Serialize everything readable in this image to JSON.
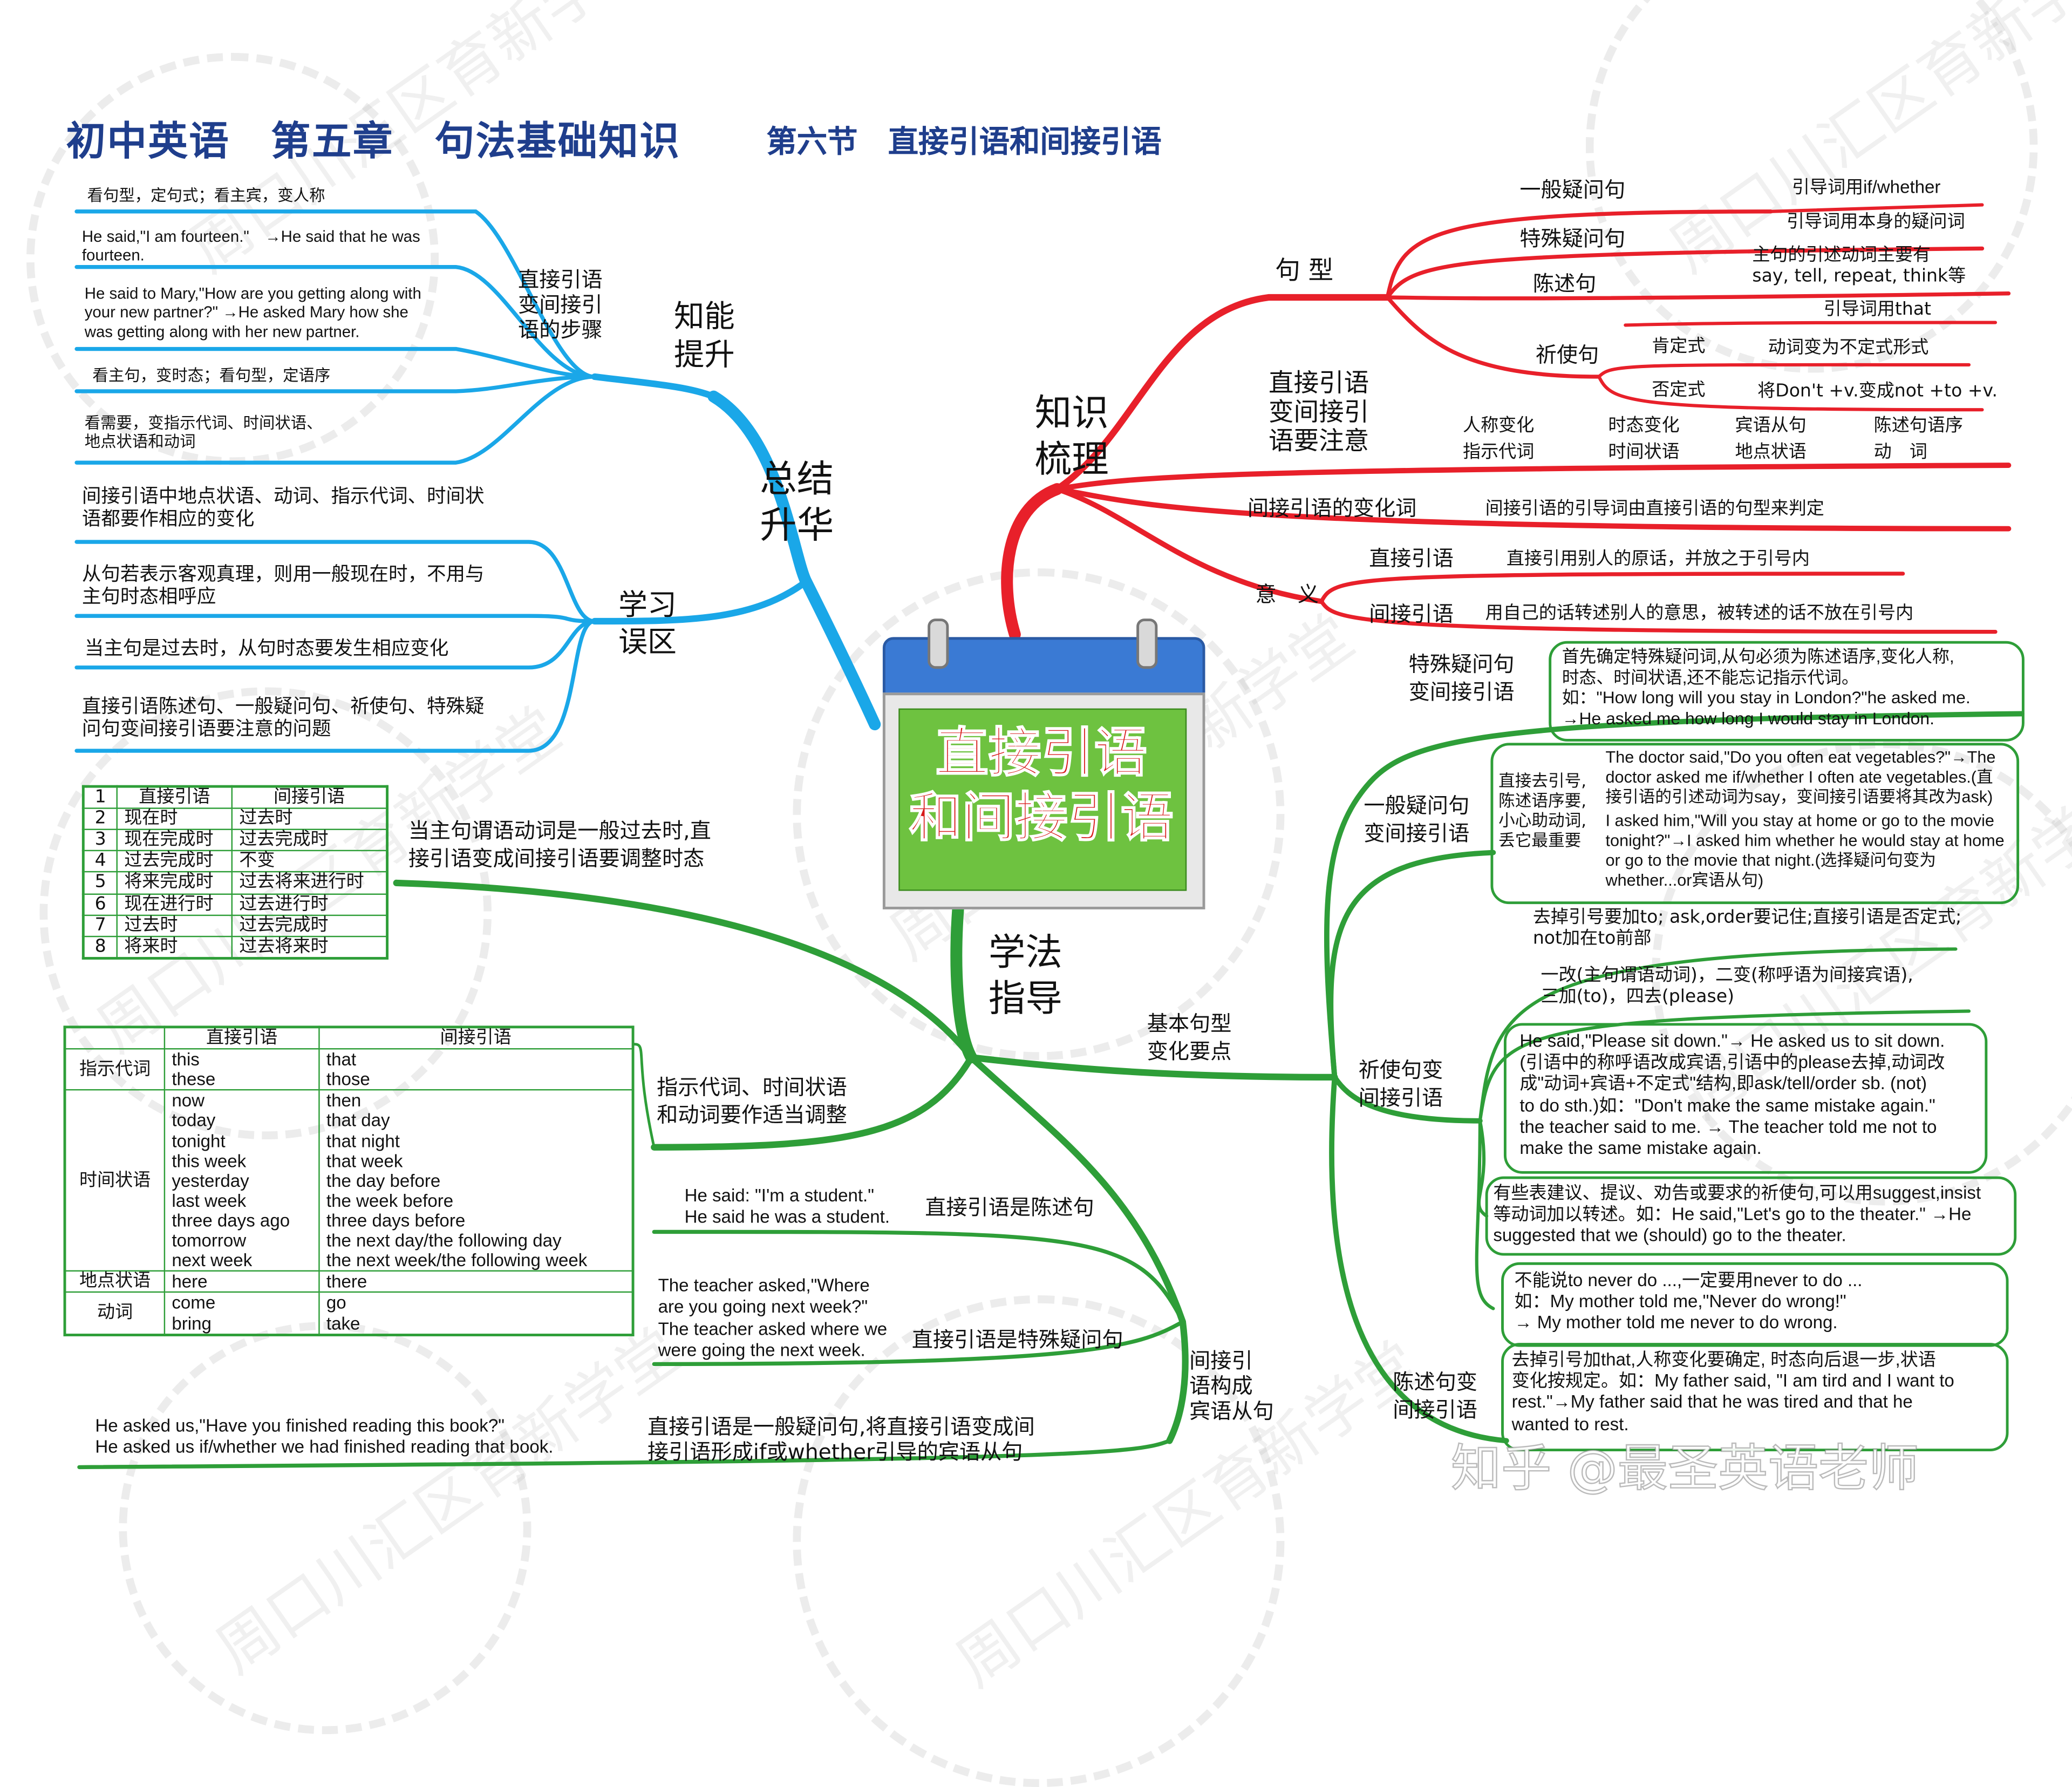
{
  "header": {
    "title": "初中英语　第五章　句法基础知识",
    "section": "第六节　直接引语和间接引语"
  },
  "center": {
    "line1": "直接引语",
    "line2": "和间接引语"
  },
  "watermark": {
    "text": "周口川汇区育新学堂",
    "signature": "知乎 @最圣英语老师"
  },
  "colors": {
    "red": "#e8202a",
    "blue": "#1aa7e8",
    "green": "#2e9e38",
    "title": "#1f3e8c",
    "calendar_face": "#6ec240",
    "calendar_text": "#d81b1b"
  },
  "knowledge": {
    "label": "知识\n梳理",
    "sentence_types": {
      "label": "句 型",
      "general": "一般疑问句",
      "general_note": "引导词用if/whether",
      "special": "特殊疑问句",
      "special_note": "引导词用本身的疑问词",
      "declarative": "陈述句",
      "declarative_note": "主句的引述动词主要有\nsay, tell, repeat, think等",
      "that_note": "引导词用that",
      "imperative": "祈使句",
      "affirmative": "肯定式",
      "affirmative_note": "动词变为不定式形式",
      "negative": "否定式",
      "negative_note": "将Don't +v.变成not +to +v."
    },
    "notes": {
      "label": "直接引语\n变间接引\n语要注意",
      "items": [
        "人称变化\n指示代词",
        "时态变化\n时间状语",
        "宾语从句\n地点状语",
        "陈述句语序\n动　词"
      ]
    },
    "change": {
      "label": "间接引语的变化词",
      "text": "间接引语的引导词由直接引语的句型来判定"
    },
    "meaning": {
      "label": "意　义",
      "direct": "直接引语",
      "direct_text": "直接引用别人的原话，并放之于引号内",
      "indirect": "间接引语",
      "indirect_text": "用自己的话转述别人的意思，被转述的话不放在引号内"
    }
  },
  "summary": {
    "label": "总结\n升华",
    "ability": {
      "label": "知能\n提升",
      "steps_label": "直接引语\n变间接引\n语的步骤",
      "items": [
        "看句型，定句式；看主宾，变人称",
        "He said,\"I am fourteen.\"　→He said that he was\nfourteen.",
        "He said to Mary,\"How are you getting along with\nyour new partner?\" →He asked Mary how she\nwas getting along with her new partner.",
        "看主句，变时态；看句型，定语序",
        "看需要，变指示代词、时间状语、\n地点状语和动词"
      ]
    },
    "mistakes": {
      "label": "学习\n误区",
      "items": [
        "间接引语中地点状语、动词、指示代词、时间状\n语都要作相应的变化",
        "从句若表示客观真理，则用一般现在时，不用与\n主句时态相呼应",
        "当主句是过去时，从句时态要发生相应变化",
        "直接引语陈述句、一般疑问句、祈使句、特殊疑\n问句变间接引语要注意的问题"
      ]
    }
  },
  "method": {
    "label": "学法\n指导",
    "tense": {
      "label": "当主句谓语动词是一般过去时,直\n接引语变成间接引语要调整时态",
      "headers": [
        "直接引语",
        "间接引语"
      ],
      "rows": [
        [
          "2",
          "现在时",
          "过去时"
        ],
        [
          "3",
          "现在完成时",
          "过去完成时"
        ],
        [
          "4",
          "过去完成时",
          "不变"
        ],
        [
          "5",
          "将来完成时",
          "过去将来进行时"
        ],
        [
          "6",
          "现在进行时",
          "过去进行时"
        ],
        [
          "7",
          "过去时",
          "过去完成时"
        ],
        [
          "8",
          "将来时",
          "过去将来时"
        ]
      ]
    },
    "demonstratives": {
      "label": "指示代词、时间状语\n和动词要作适当调整",
      "headers": [
        "直接引语",
        "间接引语"
      ],
      "groups": [
        {
          "name": "指示代词",
          "direct": "this\nthese",
          "indirect": "that\nthose"
        },
        {
          "name": "时间状语",
          "direct": "now\ntoday\ntonight\nthis week\nyesterday\nlast week\nthree days ago\ntomorrow\nnext week",
          "indirect": "then\nthat day\nthat night\nthat week\nthe day before\nthe week before\nthree days before\nthe next day/the following day\nthe next week/the following week"
        },
        {
          "name": "地点状语",
          "direct": "here",
          "indirect": "there"
        },
        {
          "name": "动词",
          "direct": "come\nbring",
          "indirect": "go\ntake"
        }
      ]
    },
    "object_clause": {
      "label": "间接引\n语构成\n宾语从句",
      "declarative": "直接引语是陈述句",
      "declarative_ex": "He said: \"I'm a student.\"\nHe said he was a student.",
      "special": "直接引语是特殊疑问句",
      "special_ex": "The teacher asked,\"Where\nare you going next week?\"\nThe teacher asked where we\nwere going the next week.",
      "general": "直接引语是一般疑问句,将直接引语变成间\n接引语形成if或whether引导的宾语从句",
      "general_ex": "He asked us,\"Have you finished reading this book?\"\nHe asked us if/whether we had finished reading that book."
    },
    "basic": {
      "label": "基本句型\n变化要点",
      "special": {
        "label": "特殊疑问句\n变间接引语",
        "text": "首先确定特殊疑问词,从句必须为陈述语序,变化人称,\n时态、时间状语,还不能忘记指示代词。\n如：\"How long will you stay in London?\"he asked me.\n→He asked me how long I would stay in London."
      },
      "general": {
        "label": "一般疑问句\n变间接引语",
        "side": "直接去引号,\n陈述语序要,\n小心助动词,\n丢它最重要",
        "ex1": "The doctor said,\"Do you often eat vegetables?\"→The\ndoctor asked me if/whether I often ate vegetables.(直\n接引语的引述动词为say，变间接引语要将其改为ask)",
        "ex2": "I asked him,\"Will you stay at home or go to the movie\ntonight?\"→I asked him whether he would stay at home\nor go to the movie that night.(选择疑问句变为\nwhether...or宾语从句)"
      },
      "imperative": {
        "label": "祈使句变\n间接引语",
        "n1": "去掉引号要加to; ask,order要记住;直接引语是否定式;\nnot加在to前部",
        "n2": "一改(主句谓语动词)，二变(称呼语为间接宾语),\n三加(to)，四去(please)",
        "n3": "He said,\"Please sit down.\"→ He asked us to sit down.\n(引语中的称呼语改成宾语,引语中的please去掉,动词改\n成\"动词+宾语+不定式\"结构,即ask/tell/order sb. (not)\nto do sth.)如：\"Don't make the same mistake again.\"\nthe teacher said to me. → The teacher told me not to\nmake the same mistake again.",
        "n4": "有些表建议、提议、劝告或要求的祈使句,可以用suggest,insist\n等动词加以转述。如：He said,\"Let's go to the theater.\" →He\nsuggested that we (should) go to the theater.",
        "n5": "不能说to never do ...,一定要用never to do ...\n如：My mother told me,\"Never do wrong!\"\n→ My mother told me never to do wrong."
      },
      "declarative": {
        "label": "陈述句变\n间接引语",
        "text": "去掉引号加that,人称变化要确定, 时态向后退一步,状语\n变化按规定。如：My father said, \"I am tird and I want to\nrest.\"→My father said that he was tired and that he\nwanted to rest."
      }
    }
  }
}
